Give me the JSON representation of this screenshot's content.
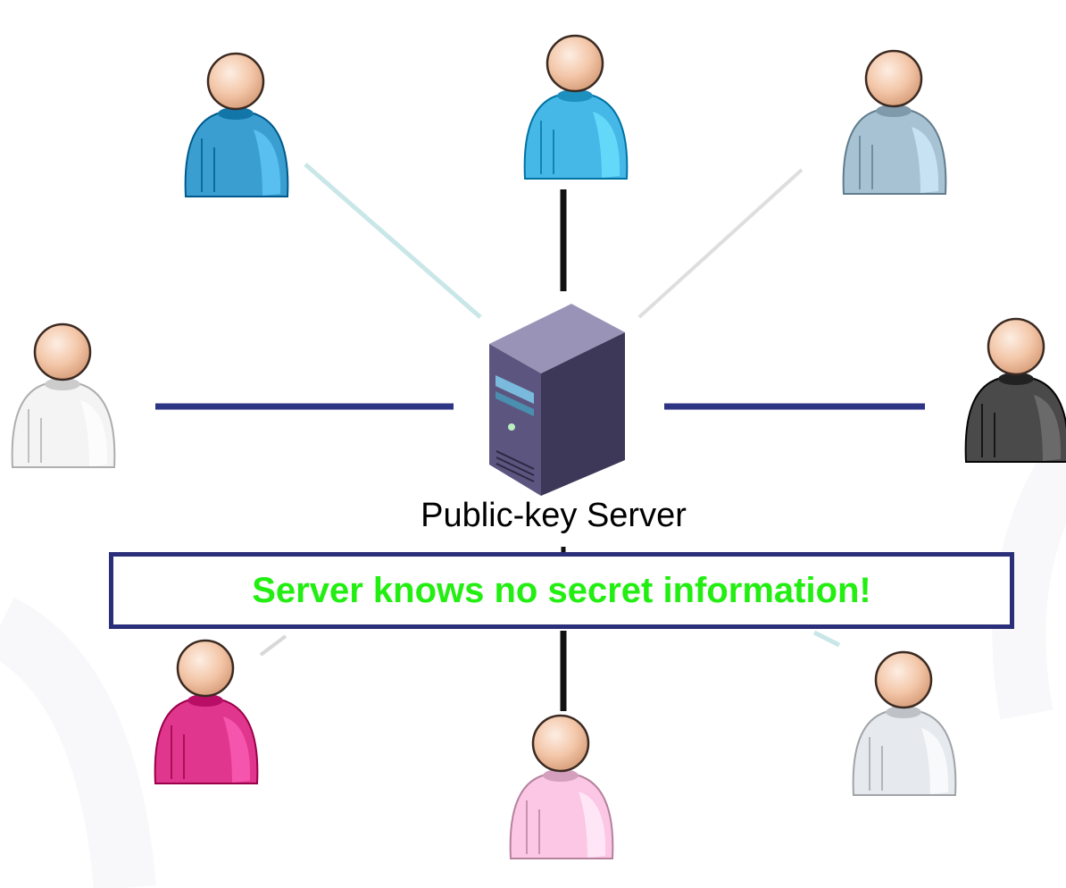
{
  "server": {
    "label": "Public-key Server",
    "icon": "server-tower-icon",
    "body_color": "#4a4466",
    "highlight_color": "#7dc7e8"
  },
  "callout": {
    "text": "Server knows no secret information!",
    "text_color": "#22ee11",
    "border_color": "#2b2e78"
  },
  "users": [
    {
      "name": "user-top-left",
      "color": "#3a9fd0"
    },
    {
      "name": "user-top-center",
      "color": "#45b8e8"
    },
    {
      "name": "user-top-right",
      "color": "#a7c2d2"
    },
    {
      "name": "user-left",
      "color": "#f4f4f4"
    },
    {
      "name": "user-right",
      "color": "#4a4a4a"
    },
    {
      "name": "user-bottom-left",
      "color": "#e0368e"
    },
    {
      "name": "user-bottom-center",
      "color": "#fbc7e4"
    },
    {
      "name": "user-bottom-right",
      "color": "#e6eaef"
    }
  ],
  "connection_colors": {
    "navy": "#2f3585",
    "black": "#111111",
    "pale_teal": "#c9e6e8",
    "light_gray": "#d8d8d8"
  }
}
